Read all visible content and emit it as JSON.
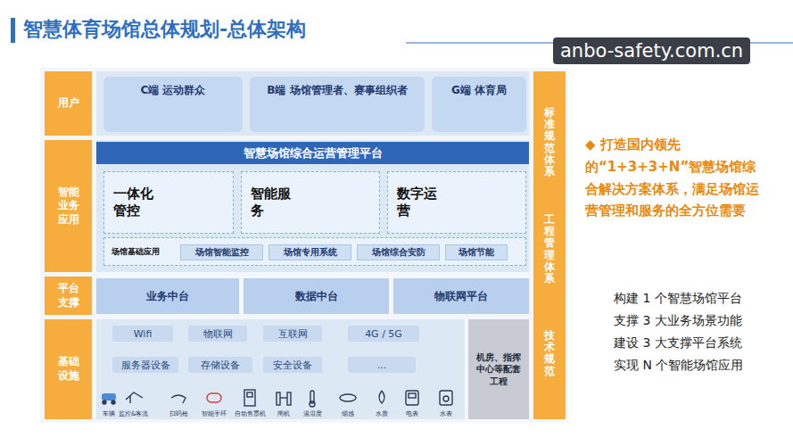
{
  "diagram": {
    "title": "智慧体育场馆总体规划-总体架构",
    "nodes": [
      {
        "text": [
          "用户"
        ]
      },
      {
        "text": [
          "C端 运动群众"
        ]
      },
      {
        "text": [
          "B端 场馆管理者、赛事组织者"
        ]
      },
      {
        "text": [
          "G端 体育局"
        ]
      },
      {
        "text": [
          "智能业务应用"
        ]
      },
      {
        "text": [
          "智慧场馆综合运营管理平台"
        ]
      },
      {
        "text": [
          "一体化管控"
        ]
      },
      {
        "text": [
          "智能服务"
        ]
      },
      {
        "text": [
          "数字运营"
        ]
      },
      {
        "text": [
          "场馆基础应用"
        ]
      },
      {
        "text": [
          "场馆智能监控"
        ],
        "in": 9
      },
      {
        "text": [
          "场馆专用系统"
        ],
        "in": 9
      },
      {
        "text": [
          "场馆综合安防"
        ],
        "in": 9
      },
      {
        "text": [
          "场馆节能"
        ],
        "in": 9
      },
      {
        "text": [
          "平台支撑"
        ]
      },
      {
        "text": [
          "业务中台"
        ]
      },
      {
        "text": [
          "数据中台"
        ]
      },
      {
        "text": [
          "物联网平台"
        ]
      },
      {
        "text": [
          "基础设施"
        ]
      },
      {
        "text": [
          "Wifi"
        ]
      },
      {
        "text": [
          "物联网"
        ]
      },
      {
        "text": [
          "互联网"
        ]
      },
      {
        "text": [
          "4G / 5G"
        ]
      },
      {
        "text": [
          "服务器设备"
        ]
      },
      {
        "text": [
          "存储设备"
        ]
      },
      {
        "text": [
          "安全设备"
        ]
      },
      {
        "text": [
          "..."
        ]
      },
      {
        "text": [
          "机房、指挥中心等配套工程"
        ]
      },
      {
        "text": [
          "标准规范体系",
          "工程管理体系",
          "技术规范"
        ]
      }
    ],
    "labels": [
      "anbo-safety.com.cn",
      "◆ 打造国内领先的“1+3+3+N”智慧场馆综合解决方案体系，满足场馆运营管理和服务的全方位需要",
      "构建 1 个智慧场馆平台",
      "支撑 3 大业务场景功能",
      "建设 3 大支撑平台系统",
      "实现 N 个智能场馆应用",
      "车辆",
      "监控&客流",
      "扫码枪",
      "智能手环",
      "自动售票机",
      "闸机",
      "温湿度",
      "烟感",
      "水质",
      "电表",
      "水表"
    ]
  }
}
